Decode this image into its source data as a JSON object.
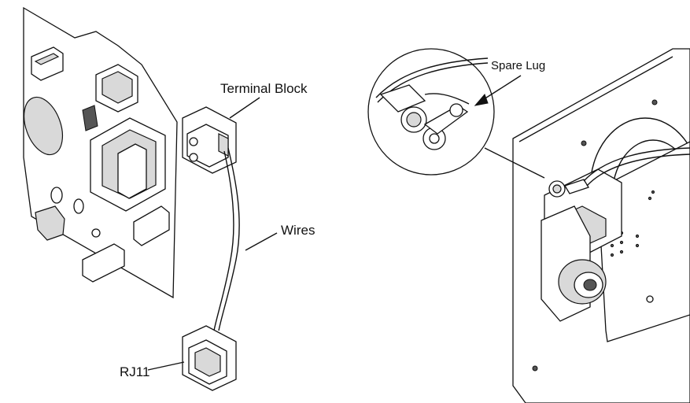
{
  "labels": {
    "terminal_block": "Terminal Block",
    "wires": "Wires",
    "rj11": "RJ11",
    "spare_lug": "Spare Lug"
  }
}
